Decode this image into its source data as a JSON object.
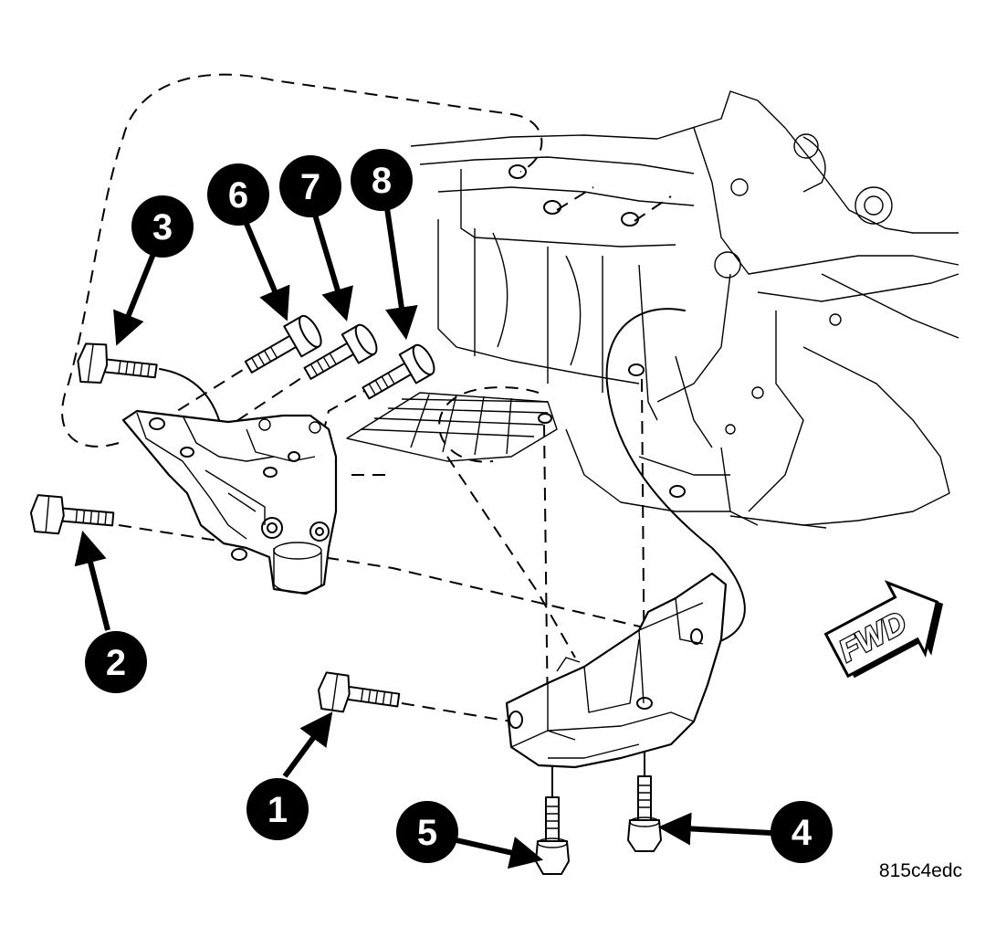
{
  "diagram": {
    "callouts": [
      {
        "id": "1",
        "label": "1"
      },
      {
        "id": "2",
        "label": "2"
      },
      {
        "id": "3",
        "label": "3"
      },
      {
        "id": "4",
        "label": "4"
      },
      {
        "id": "5",
        "label": "5"
      },
      {
        "id": "6",
        "label": "6"
      },
      {
        "id": "7",
        "label": "7"
      },
      {
        "id": "8",
        "label": "8"
      }
    ],
    "direction_label": "FWD",
    "figure_code": "815c4edc"
  },
  "colors": {
    "ink": "#000000",
    "paper": "#ffffff"
  }
}
